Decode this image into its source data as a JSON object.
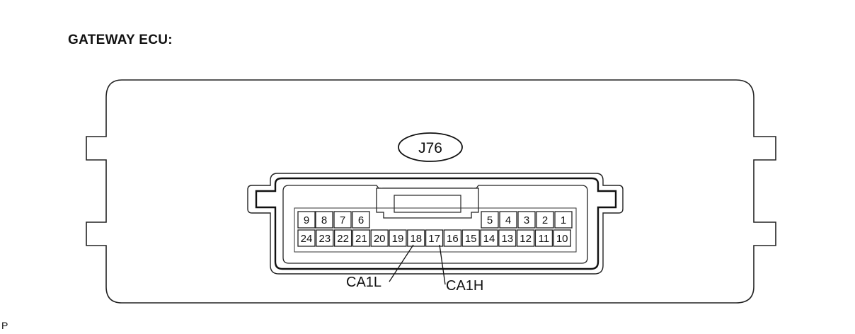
{
  "title": "GATEWAY ECU:",
  "connector": {
    "id": "J76",
    "top_row": [
      "9",
      "8",
      "7",
      "6",
      "5",
      "4",
      "3",
      "2",
      "1"
    ],
    "bottom_row": [
      "24",
      "23",
      "22",
      "21",
      "20",
      "19",
      "18",
      "17",
      "16",
      "15",
      "14",
      "13",
      "12",
      "11",
      "10"
    ]
  },
  "callouts": {
    "ca1l": {
      "label": "CA1L",
      "pin": "18"
    },
    "ca1h": {
      "label": "CA1H",
      "pin": "17"
    }
  },
  "corner_mark": "P"
}
